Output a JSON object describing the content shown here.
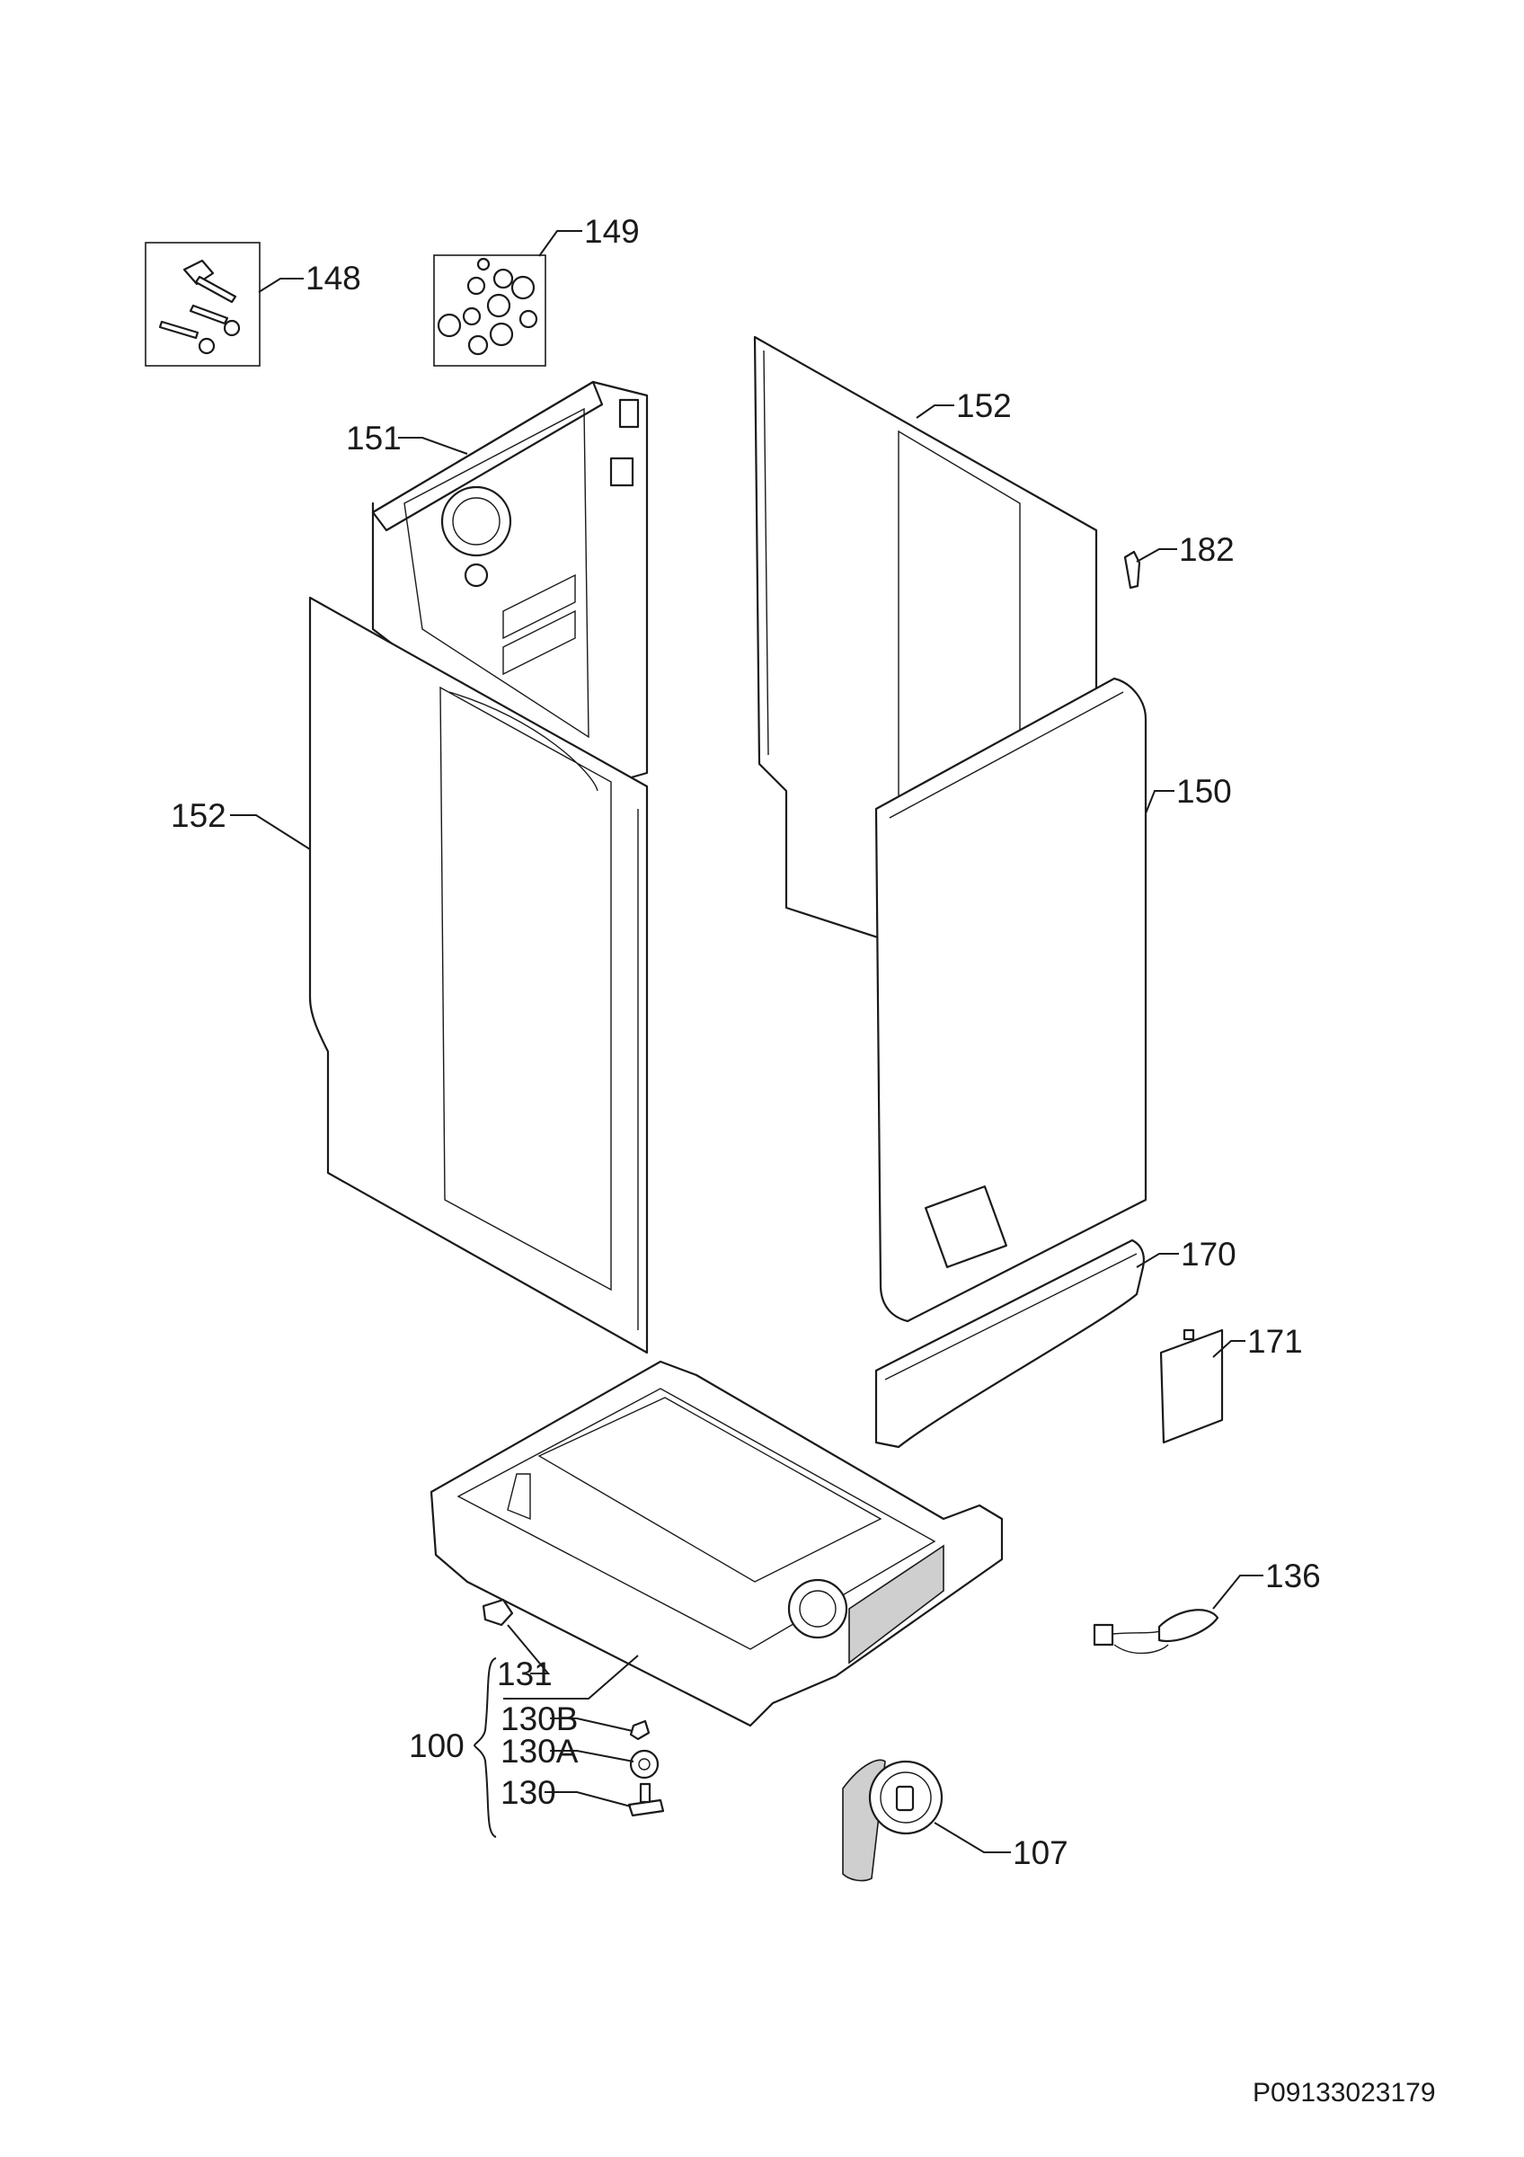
{
  "diagram": {
    "part_labels": {
      "p148": "148",
      "p149": "149",
      "p151": "151",
      "p152_top": "152",
      "p182": "182",
      "p152_left": "152",
      "p150": "150",
      "p170": "170",
      "p171": "171",
      "p136": "136",
      "p131": "131",
      "p100": "100",
      "p130B": "130B",
      "p130A": "130A",
      "p130": "130",
      "p107": "107"
    },
    "drawing_number": "P09133023179"
  }
}
